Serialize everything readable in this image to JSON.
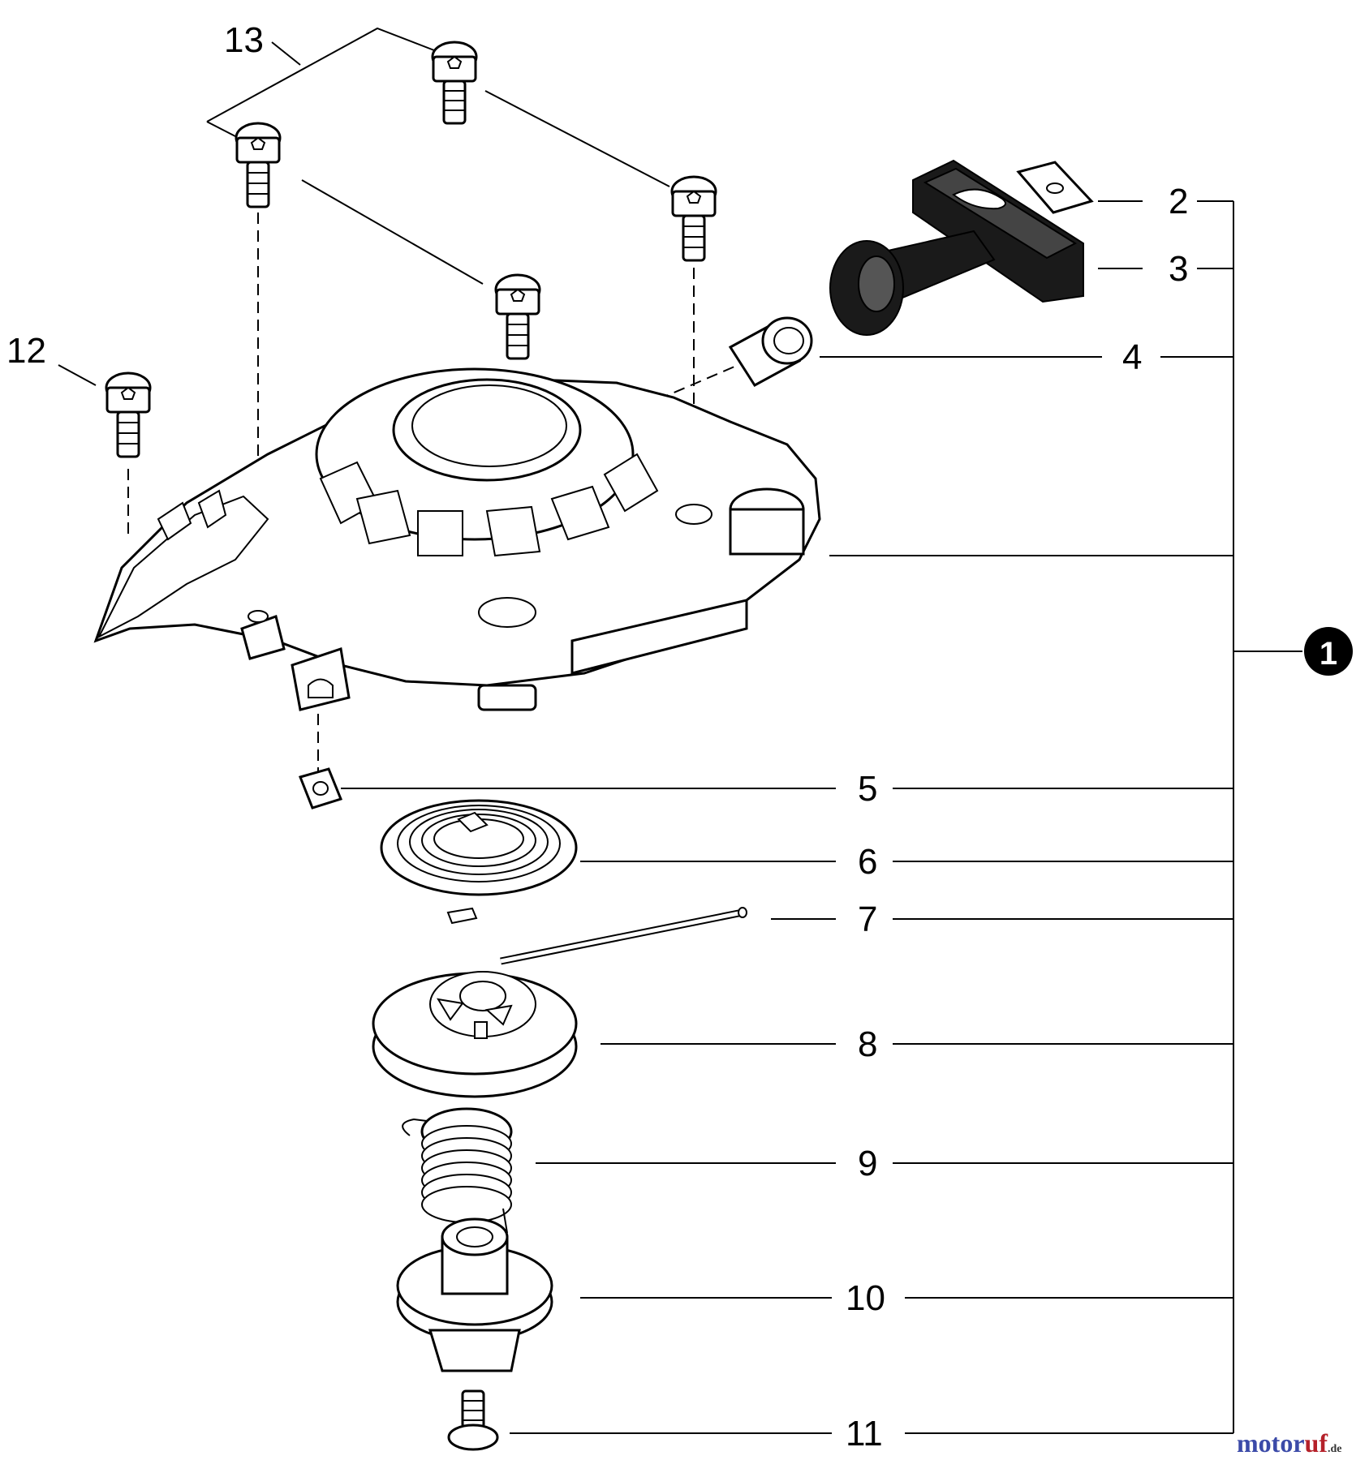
{
  "diagram": {
    "callouts": {
      "c1": "1",
      "c2": "2",
      "c3": "3",
      "c4": "4",
      "c5": "5",
      "c6": "6",
      "c7": "7",
      "c8": "8",
      "c9": "9",
      "c10": "10",
      "c11": "11",
      "c12": "12",
      "c13": "13"
    },
    "watermark": {
      "text_main": "motoruf",
      "text_suffix": ".de",
      "color_motor": "#3b4aa8",
      "color_uf": "#b5212a"
    }
  }
}
